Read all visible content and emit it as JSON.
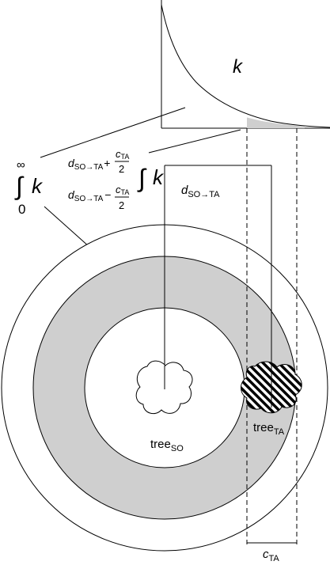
{
  "curve_label": "k",
  "outer_integral": {
    "symbol": "k",
    "upper": "∞",
    "lower": "0"
  },
  "band_integral": {
    "symbol": "k",
    "upper": {
      "d": "d",
      "d_sub": "SO→TA",
      "op": "+",
      "num": "c",
      "num_sub": "TA",
      "den": "2"
    },
    "lower": {
      "d": "d",
      "d_sub": "SO→TA",
      "op": "−",
      "num": "c",
      "num_sub": "TA",
      "den": "2"
    }
  },
  "distance_label": {
    "base": "d",
    "sub": "SO→TA"
  },
  "tree_so_label": {
    "base": "tree",
    "sub": "SO"
  },
  "tree_ta_label": {
    "base": "tree",
    "sub": "TA"
  },
  "crown_width_label": {
    "base": "c",
    "sub": "TA"
  },
  "colors": {
    "band_fill": "#cfcfcf",
    "stroke": "#000000",
    "background": "#ffffff"
  }
}
